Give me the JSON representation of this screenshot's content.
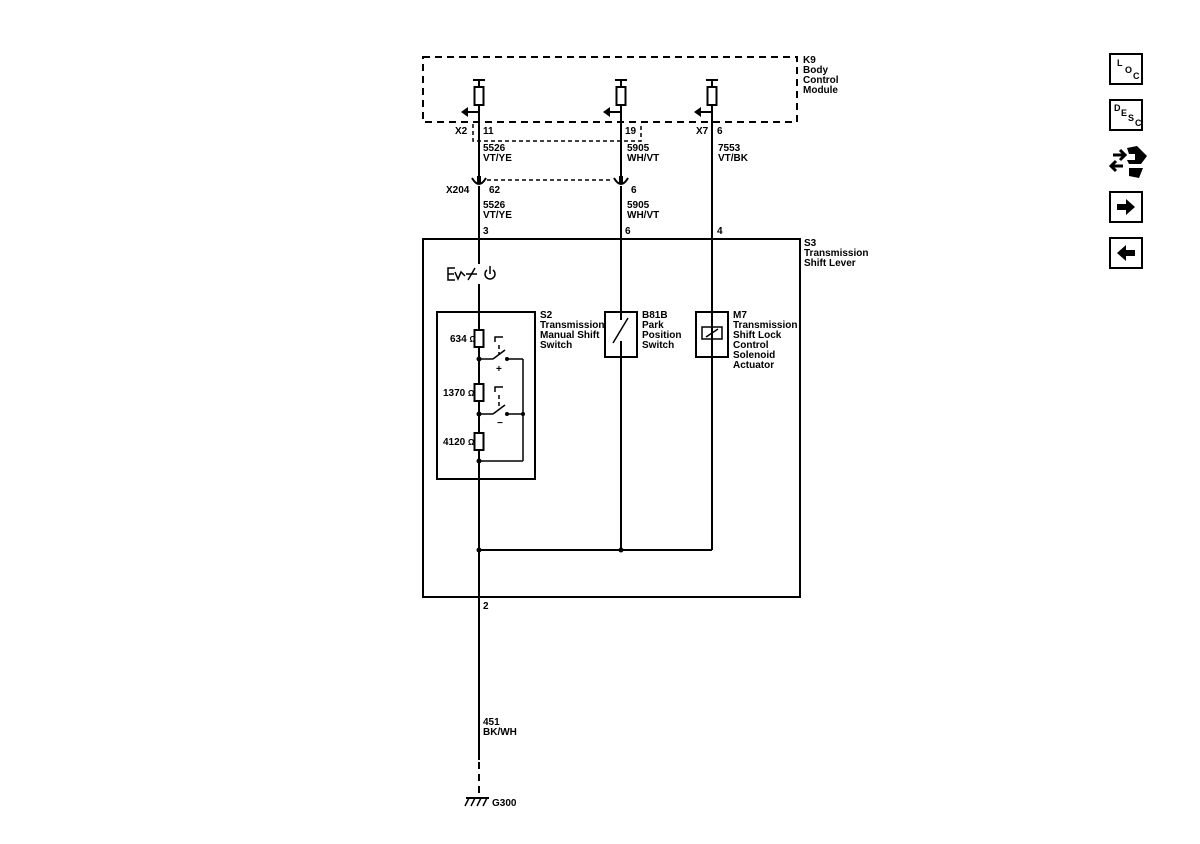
{
  "modules": {
    "k9": {
      "id": "K9",
      "name_lines": [
        "Body",
        "Control",
        "Module"
      ]
    },
    "s3": {
      "id": "S3",
      "name_lines": [
        "Transmission",
        "Shift Lever"
      ]
    },
    "s2": {
      "id": "S2",
      "name_lines": [
        "Transmission",
        "Manual Shift",
        "Switch"
      ]
    },
    "b81b": {
      "id": "B81B",
      "name_lines": [
        "Park",
        "Position",
        "Switch"
      ]
    },
    "m7": {
      "id": "M7",
      "name_lines": [
        "Transmission",
        "Shift Lock",
        "Control",
        "Solenoid",
        "Actuator"
      ]
    }
  },
  "connectors": {
    "x2": "X2",
    "x7": "X7",
    "x204": "X204"
  },
  "pins": {
    "x2_11": "11",
    "x2_19": "19",
    "x7_6": "6",
    "x204_62": "62",
    "x204_6": "6",
    "s3_3": "3",
    "s3_6": "6",
    "s3_4": "4",
    "s3_2": "2"
  },
  "wires": {
    "w5526_a": {
      "circuit": "5526",
      "color": "VT/YE"
    },
    "w5905_a": {
      "circuit": "5905",
      "color": "WH/VT"
    },
    "w7553": {
      "circuit": "7553",
      "color": "VT/BK"
    },
    "w5526_b": {
      "circuit": "5526",
      "color": "VT/YE"
    },
    "w5905_b": {
      "circuit": "5905",
      "color": "WH/VT"
    },
    "w451": {
      "circuit": "451",
      "color": "BK/WH"
    }
  },
  "resistors": {
    "r1": "634",
    "r2": "1370",
    "r3": "4120",
    "unit": "Ω"
  },
  "switch_marks": {
    "plus": "+",
    "minus": "−"
  },
  "ground": "G300",
  "nav": {
    "loc_icon": "location-icon",
    "loc_letters": [
      "L",
      "O",
      "C"
    ],
    "desc_icon": "description-icon",
    "desc_letters": [
      "D",
      "E",
      "S",
      "C"
    ],
    "connector_icon": "connector-end-view-icon",
    "next_icon": "arrow-right-icon",
    "prev_icon": "arrow-left-icon"
  }
}
